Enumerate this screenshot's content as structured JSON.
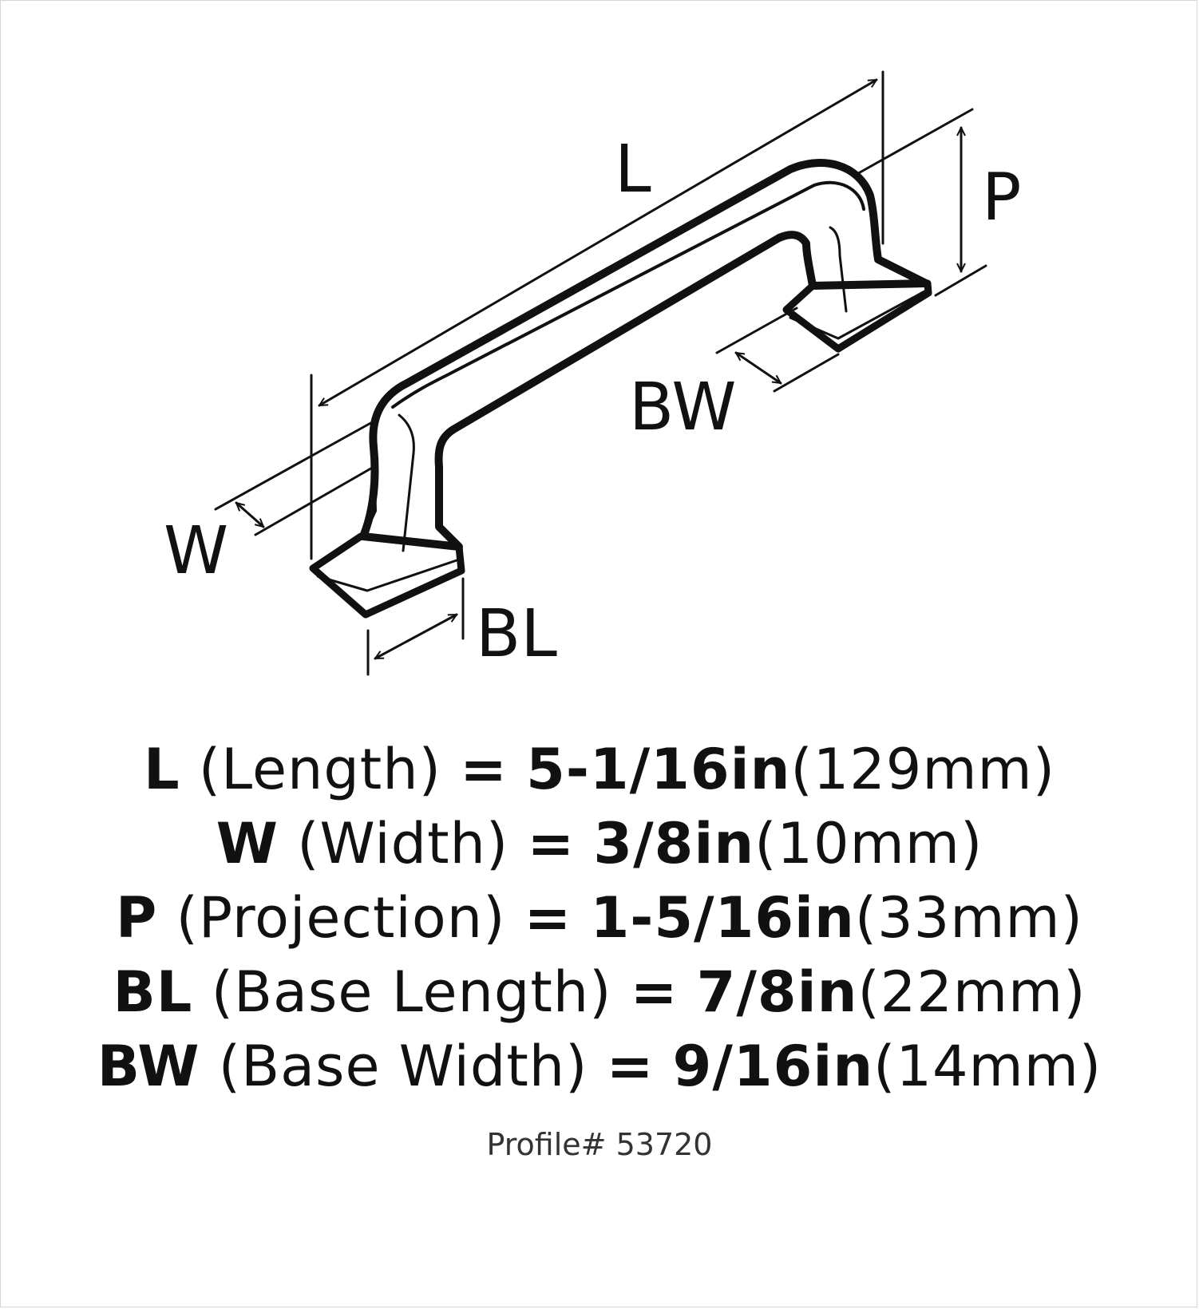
{
  "diagram": {
    "labels": {
      "L": "L",
      "P": "P",
      "BW": "BW",
      "W": "W",
      "BL": "BL"
    }
  },
  "specs": [
    {
      "code": "L",
      "name": "(Length)",
      "eq": "=",
      "value": "5-1/16in",
      "metric": "(129mm)"
    },
    {
      "code": "W",
      "name": "(Width)",
      "eq": "=",
      "value": "3/8in",
      "metric": "(10mm)"
    },
    {
      "code": "P",
      "name": "(Projection)",
      "eq": "=",
      "value": "1-5/16in",
      "metric": "(33mm)"
    },
    {
      "code": "BL",
      "name": "(Base Length)",
      "eq": "=",
      "value": "7/8in",
      "metric": "(22mm)"
    },
    {
      "code": "BW",
      "name": "(Base Width)",
      "eq": "=",
      "value": "9/16in",
      "metric": "(14mm)"
    }
  ],
  "profile": "Profile# 53720"
}
